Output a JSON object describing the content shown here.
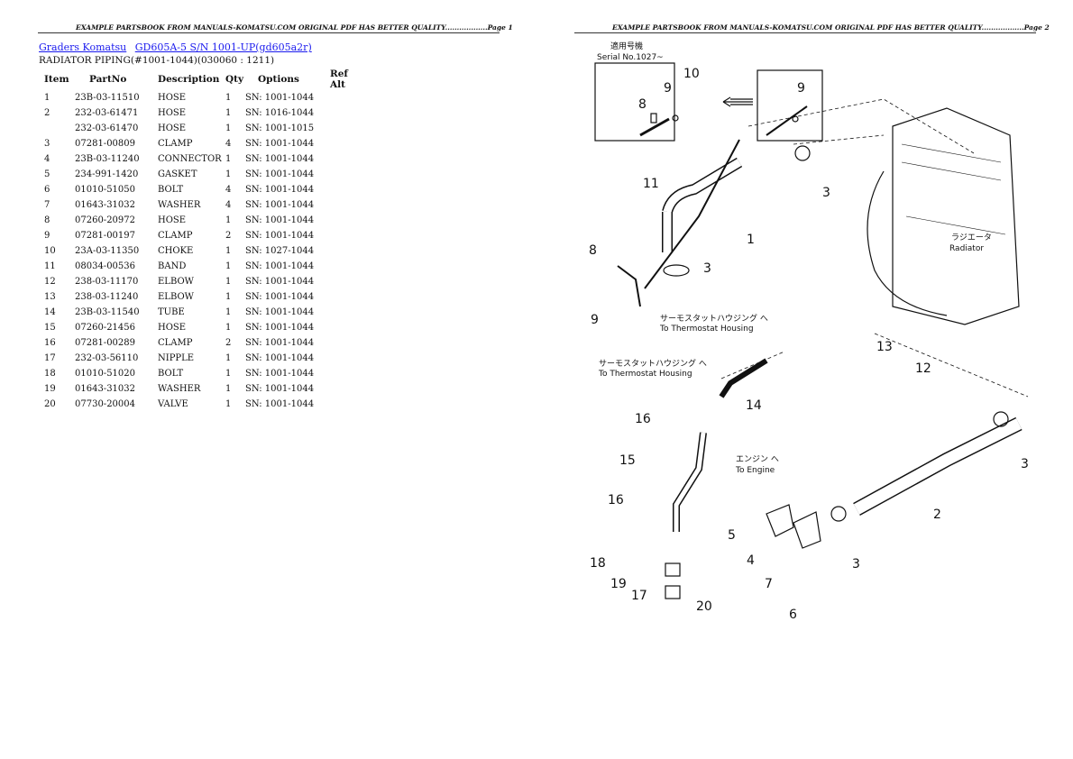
{
  "header": {
    "page1": "EXAMPLE PARTSBOOK FROM MANUALS-KOMATSU.COM ORIGINAL PDF HAS BETTER QUALITY..................Page 1",
    "page2": "EXAMPLE PARTSBOOK FROM MANUALS-KOMATSU.COM ORIGINAL PDF HAS BETTER QUALITY..................Page 2"
  },
  "breadcrumbs": [
    {
      "label": "Graders Komatsu"
    },
    {
      "label": "GD605A-5 S/N 1001-UP(gd605a2r)"
    }
  ],
  "subtitle": "RADIATOR PIPING(#1001-1044)(030060 : 1211)",
  "table": {
    "columns": [
      "Item",
      "PartNo",
      "Description",
      "Qty",
      "Options",
      "Ref Alt"
    ],
    "rows": [
      {
        "item": "1",
        "part": "23B-03-11510",
        "desc": "HOSE",
        "qty": "1",
        "opt": "SN: 1001-1044"
      },
      {
        "item": "2",
        "part": "232-03-61471",
        "desc": "HOSE",
        "qty": "1",
        "opt": "SN: 1016-1044"
      },
      {
        "item": "",
        "part": "232-03-61470",
        "desc": "HOSE",
        "qty": "1",
        "opt": "SN: 1001-1015"
      },
      {
        "item": "3",
        "part": "07281-00809",
        "desc": "CLAMP",
        "qty": "4",
        "opt": "SN: 1001-1044"
      },
      {
        "item": "4",
        "part": "23B-03-11240",
        "desc": "CONNECTOR",
        "qty": "1",
        "opt": "SN: 1001-1044"
      },
      {
        "item": "5",
        "part": "234-991-1420",
        "desc": "GASKET",
        "qty": "1",
        "opt": "SN: 1001-1044"
      },
      {
        "item": "6",
        "part": "01010-51050",
        "desc": "BOLT",
        "qty": "4",
        "opt": "SN: 1001-1044"
      },
      {
        "item": "7",
        "part": "01643-31032",
        "desc": "WASHER",
        "qty": "4",
        "opt": "SN: 1001-1044"
      },
      {
        "item": "8",
        "part": "07260-20972",
        "desc": "HOSE",
        "qty": "1",
        "opt": "SN: 1001-1044"
      },
      {
        "item": "9",
        "part": "07281-00197",
        "desc": "CLAMP",
        "qty": "2",
        "opt": "SN: 1001-1044"
      },
      {
        "item": "10",
        "part": "23A-03-11350",
        "desc": "CHOKE",
        "qty": "1",
        "opt": "SN: 1027-1044"
      },
      {
        "item": "11",
        "part": "08034-00536",
        "desc": "BAND",
        "qty": "1",
        "opt": "SN: 1001-1044"
      },
      {
        "item": "12",
        "part": "238-03-11170",
        "desc": "ELBOW",
        "qty": "1",
        "opt": "SN: 1001-1044"
      },
      {
        "item": "13",
        "part": "238-03-11240",
        "desc": "ELBOW",
        "qty": "1",
        "opt": "SN: 1001-1044"
      },
      {
        "item": "14",
        "part": "23B-03-11540",
        "desc": "TUBE",
        "qty": "1",
        "opt": "SN: 1001-1044"
      },
      {
        "item": "15",
        "part": "07260-21456",
        "desc": "HOSE",
        "qty": "1",
        "opt": "SN: 1001-1044"
      },
      {
        "item": "16",
        "part": "07281-00289",
        "desc": "CLAMP",
        "qty": "2",
        "opt": "SN: 1001-1044"
      },
      {
        "item": "17",
        "part": "232-03-56110",
        "desc": "NIPPLE",
        "qty": "1",
        "opt": "SN: 1001-1044"
      },
      {
        "item": "18",
        "part": "01010-51020",
        "desc": "BOLT",
        "qty": "1",
        "opt": "SN: 1001-1044"
      },
      {
        "item": "19",
        "part": "01643-31032",
        "desc": "WASHER",
        "qty": "1",
        "opt": "SN: 1001-1044"
      },
      {
        "item": "20",
        "part": "07730-20004",
        "desc": "VALVE",
        "qty": "1",
        "opt": "SN: 1001-1044"
      }
    ]
  },
  "diagram": {
    "serial_jp": "適用号機",
    "serial_en": "Serial No.1027~",
    "radiator_jp": "ラジエータ",
    "radiator_en": "Radiator",
    "thermo_jp": "サーモスタットハウジング へ",
    "thermo_en": "To Thermostat Housing",
    "engine_jp": "エンジン へ",
    "engine_en": "To Engine",
    "callouts": [
      "1",
      "2",
      "3",
      "4",
      "5",
      "6",
      "7",
      "8",
      "9",
      "10",
      "11",
      "12",
      "13",
      "14",
      "15",
      "16",
      "17",
      "18",
      "19",
      "20"
    ]
  }
}
